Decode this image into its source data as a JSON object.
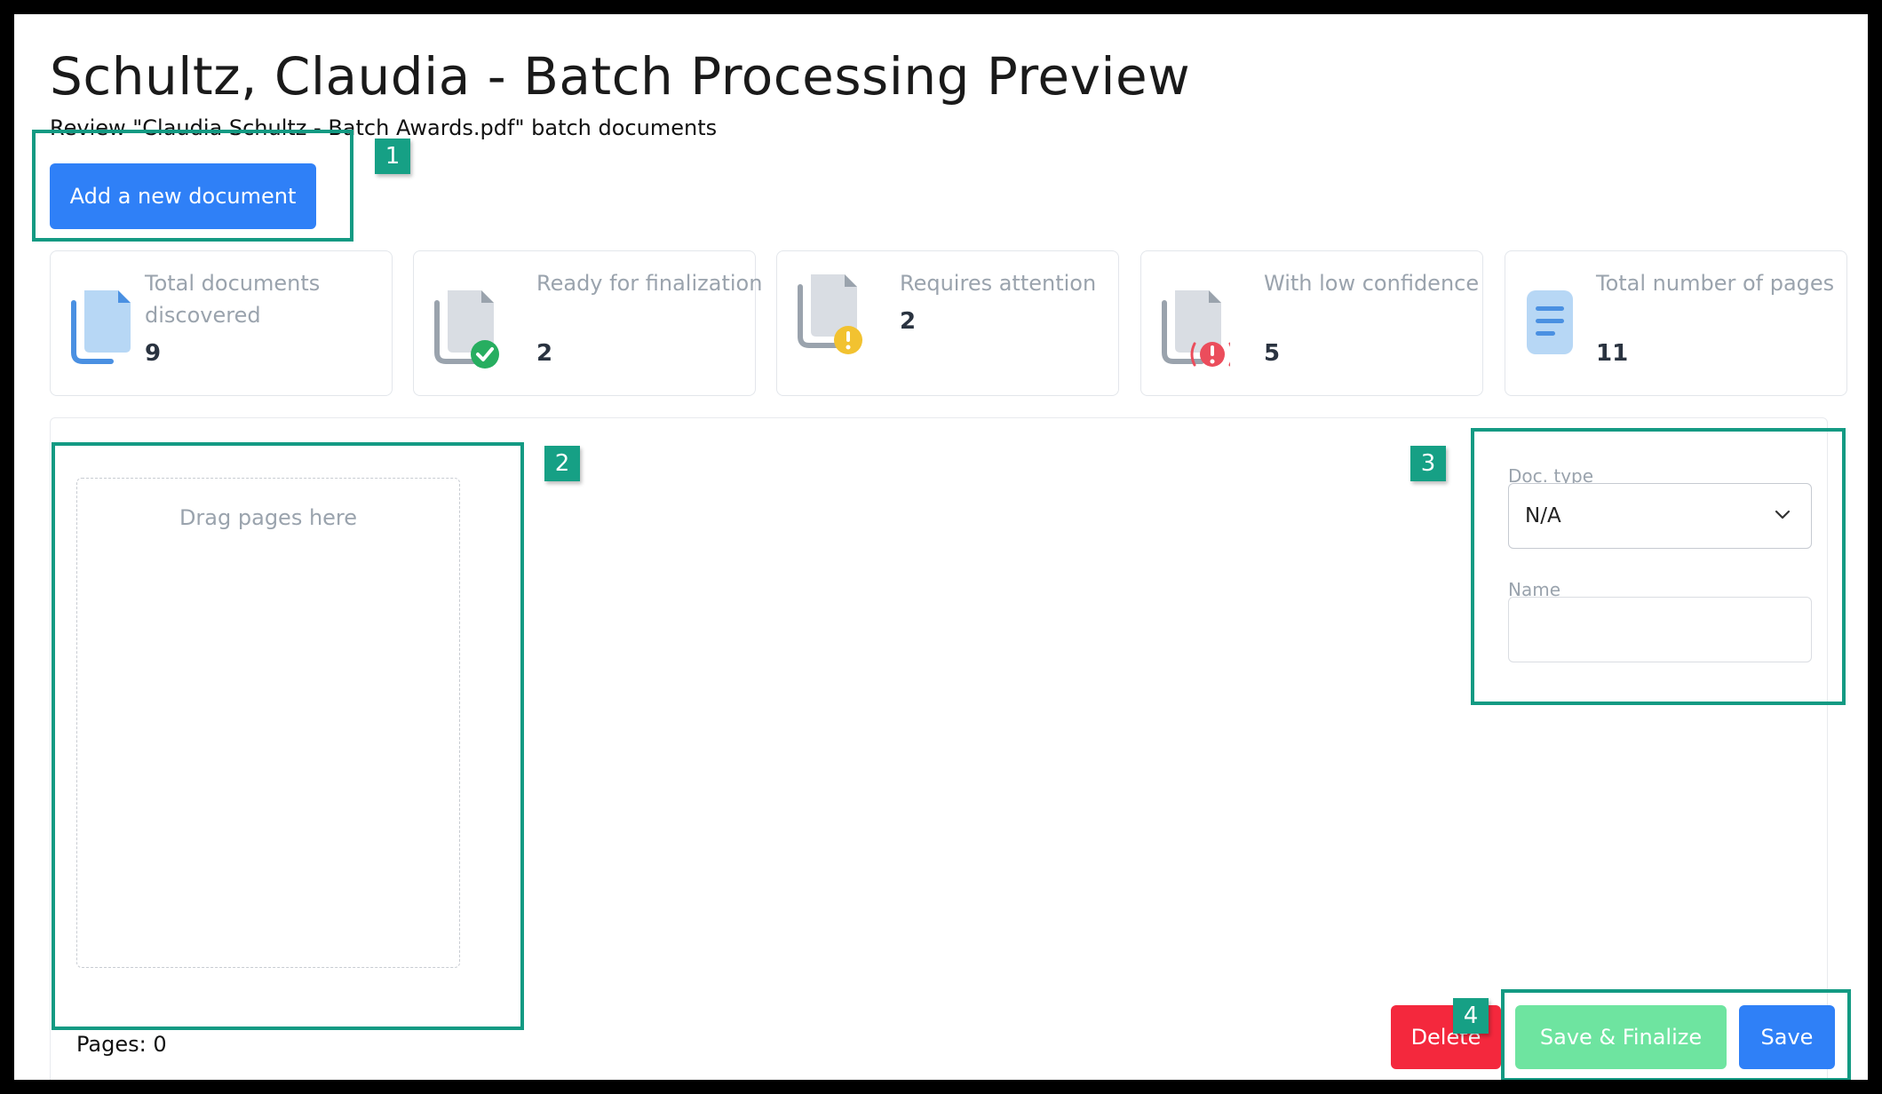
{
  "header": {
    "title": "Schultz, Claudia - Batch Processing Preview",
    "subtitle": "Review \"Claudia Schultz - Batch Awards.pdf\" batch documents"
  },
  "actions": {
    "add_document": "Add a new document"
  },
  "stats": [
    {
      "label": "Total documents discovered",
      "value": "9",
      "icon": "document-stack-icon"
    },
    {
      "label": "Ready for finalization",
      "value": "2",
      "icon": "document-check-icon"
    },
    {
      "label": "Requires attention",
      "value": "2",
      "icon": "document-warning-icon"
    },
    {
      "label": "With low confidence",
      "value": "5",
      "icon": "document-alert-icon"
    },
    {
      "label": "Total number of pages",
      "value": "11",
      "icon": "page-lines-icon"
    }
  ],
  "editor": {
    "dropzone_label": "Drag pages here",
    "pages_count": "Pages: 0",
    "doc_type_label": "Doc. type",
    "doc_type_value": "N/A",
    "name_label": "Name",
    "name_value": "",
    "delete_label": "Delete",
    "save_finalize_label": "Save & Finalize",
    "save_label": "Save"
  },
  "annotations": [
    "1",
    "2",
    "3",
    "4"
  ],
  "colors": {
    "primary": "#2f80f7",
    "danger": "#f4283d",
    "success": "#6ee4a0",
    "annotation": "#139a83",
    "icon_blue": "#4a90e2",
    "icon_gray": "#aab1bb",
    "check_green": "#27ae60",
    "warning_yellow": "#f2c230",
    "alert_red": "#eb4d5c"
  }
}
